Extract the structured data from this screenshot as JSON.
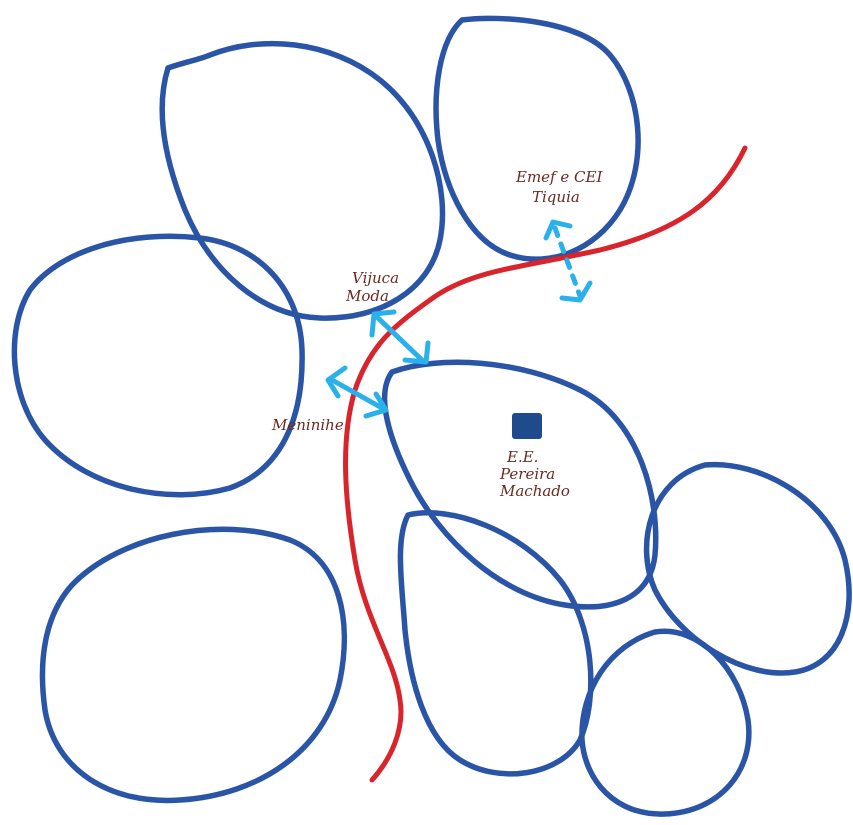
{
  "colors": {
    "paper": "#ffffff",
    "outline": "#2a55a6",
    "route": "#d8242a",
    "arrow": "#2ab0ea",
    "ink": "#6b2a22",
    "marker": "#1f4a8c"
  },
  "labels": {
    "emef_cei_line1": "Emef e CEI",
    "emef_cei_line2": "Tiquia",
    "vijuca_line1": "Vijuca",
    "vijuca_line2": "Moda",
    "meninihe": "Meninihe",
    "ee_line1": "E.E.",
    "ee_line2": "Pereira",
    "ee_line3": "Machado"
  },
  "legend": {
    "boundary_icon": "closed-loop-outline",
    "route_icon": "red-line",
    "connection_icon": "double-headed-arrow",
    "school_icon": "filled-square"
  }
}
